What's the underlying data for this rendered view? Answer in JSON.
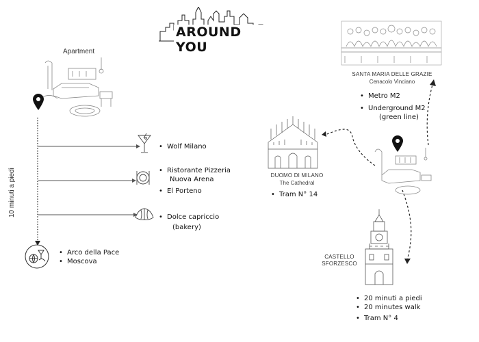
{
  "title": "AROUND YOU",
  "apartment": {
    "label": "Apartment"
  },
  "walk_label": "10 minuti a piedi",
  "places_left": [
    {
      "items": [
        "Wolf Milano"
      ]
    },
    {
      "items": [
        "Ristorante Pizzeria",
        "Nuova Arena",
        "El Porteno"
      ]
    },
    {
      "items": [
        "Dolce capriccio",
        "(bakery)"
      ]
    }
  ],
  "bottom_left": {
    "items": [
      "Arco della Pace",
      "Moscova"
    ]
  },
  "duomo": {
    "title": "DUOMO DI MILANO",
    "subtitle": "The Cathedral",
    "transport": "Tram N° 14"
  },
  "santa_maria": {
    "title": "SANTA MARIA DELLE GRAZIE",
    "subtitle": "Cenacolo Vinciano",
    "transport": [
      "Metro M2",
      "Underground M2",
      "(green line)"
    ]
  },
  "castello": {
    "title_line1": "CASTELLO",
    "title_line2": "SFORZESCO",
    "transport": [
      "20 minuti a piedi",
      "20 minutes walk",
      "Tram N° 4"
    ]
  },
  "colors": {
    "ink": "#111111",
    "line": "#666666",
    "sketch": "#888888"
  }
}
